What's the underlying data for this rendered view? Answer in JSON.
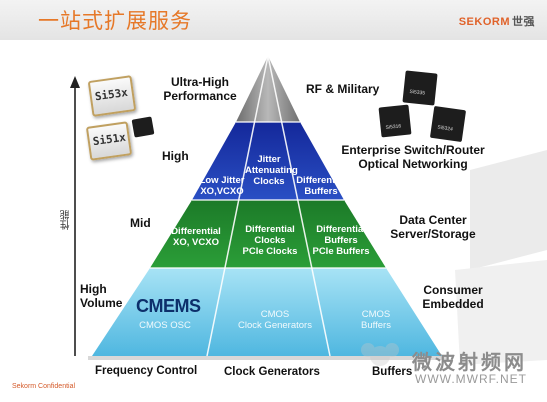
{
  "header": {
    "title": "一站式扩展服务",
    "logo_text": "SEKORM",
    "logo_cn": "世强"
  },
  "axis_label": "性能",
  "tiers": {
    "top": [
      "Ultra-High",
      "Performance"
    ],
    "rf": "RF & Military",
    "high": "High",
    "enterprise": [
      "Enterprise Switch/Router",
      "Optical Networking"
    ],
    "mid": "Mid",
    "datacenter": [
      "Data Center",
      "Server/Storage"
    ],
    "highvolume": [
      "High",
      "Volume"
    ],
    "consumer": [
      "Consumer",
      "Embedded"
    ]
  },
  "blue_row": {
    "low_jitter": [
      "Low Jitter",
      "XO,VCXO"
    ],
    "jitter_attenuating": [
      "Jitter",
      "Attenuating",
      "Clocks"
    ],
    "differential_buffers": [
      "Differential",
      "Buffers"
    ]
  },
  "green_row": {
    "differential_xo": [
      "Differential",
      "XO, VCXO"
    ],
    "differential_clocks": [
      "Differential",
      "Clocks",
      "PCIe Clocks"
    ],
    "differential_buffers": [
      "Differential",
      "Buffers",
      "PCIe Buffers"
    ]
  },
  "cyan_row": {
    "brand": "CMEMS",
    "cmos_osc": "CMOS OSC",
    "cmos_clock_gen": [
      "CMOS",
      "Clock Generators"
    ],
    "cmos_buffers": [
      "CMOS",
      "Buffers"
    ]
  },
  "bottom": {
    "frequency_control": "Frequency Control",
    "clock_generators": "Clock Generators",
    "buffers": "Buffers"
  },
  "chips": {
    "si53x": "Si53x",
    "si51x": "Si51x",
    "si5335": "Si5335",
    "si5316": "Si5316",
    "si5324": "Si5324"
  },
  "footer": {
    "confidential": "Sekorm Confidential"
  },
  "watermark": {
    "cn": "微波射频网",
    "url": "WWW.MWRF.NET"
  },
  "colors": {
    "accent": "#e67828",
    "blue": "#1a3aa6",
    "green": "#1e8a2a",
    "cyan": "#5fc7e8",
    "top": "#8f8f8f"
  }
}
